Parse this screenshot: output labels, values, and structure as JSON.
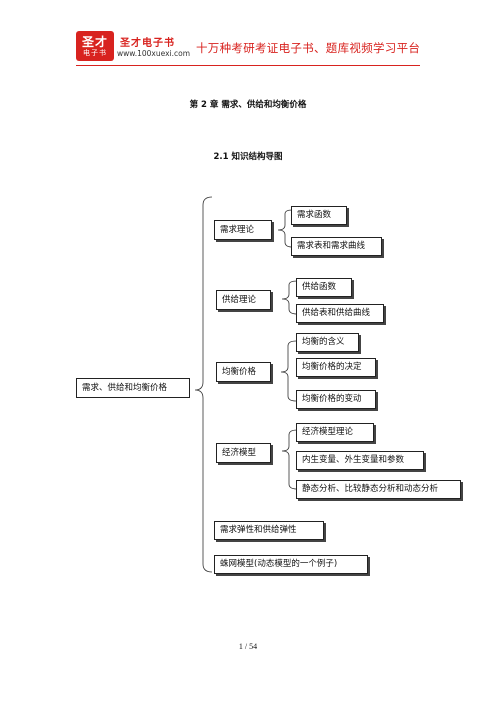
{
  "header": {
    "logo_line1": "圣才",
    "logo_line2": "电子书",
    "brand_name": "圣才电子书",
    "brand_url": "www.100xuexi.com",
    "slogan": "十万种考研考证电子书、题库视频学习平台"
  },
  "chapter_title": "第 2 章  需求、供给和均衡价格",
  "section_title": "2.1  知识结构导图",
  "mindmap": {
    "root": "需求、供给和均衡价格",
    "branches": [
      {
        "label": "需求理论",
        "children": [
          "需求函数",
          "需求表和需求曲线"
        ]
      },
      {
        "label": "供给理论",
        "children": [
          "供给函数",
          "供给表和供给曲线"
        ]
      },
      {
        "label": "均衡价格",
        "children": [
          "均衡的含义",
          "均衡价格的决定",
          "均衡价格的变动"
        ]
      },
      {
        "label": "经济模型",
        "children": [
          "经济模型理论",
          "内生变量、外生变量和参数",
          "静态分析、比较静态分析和动态分析"
        ]
      },
      {
        "label": "需求弹性和供给弹性",
        "children": []
      },
      {
        "label": "蛛网模型(动态模型的一个例子)",
        "children": []
      }
    ]
  },
  "footer": {
    "page_number": "1 / 54"
  },
  "colors": {
    "brand_red": "#d8231f"
  }
}
